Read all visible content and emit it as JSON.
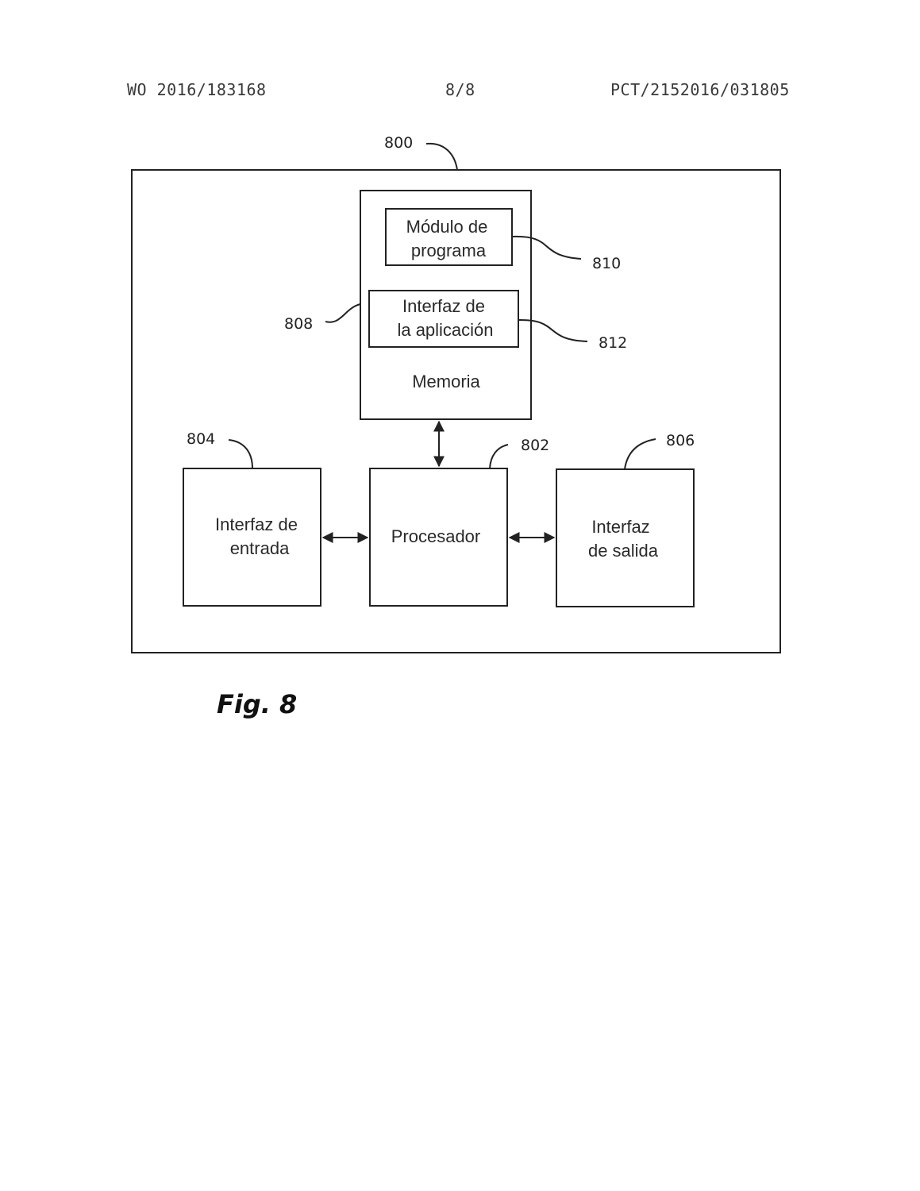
{
  "header": {
    "publication_number": "WO 2016/183168",
    "sheet": "8/8",
    "pct_number": "PCT/2152016/031805"
  },
  "figure": {
    "caption": "Fig. 8",
    "refs": {
      "system": "800",
      "processor": "802",
      "input": "804",
      "output": "806",
      "memory": "808",
      "program_module": "810",
      "app_interface": "812"
    },
    "blocks": {
      "memory_label": "Memoria",
      "program_module_line1": "Módulo de",
      "program_module_line2": "programa",
      "app_interface_line1": "Interfaz de",
      "app_interface_line2": "la aplicación",
      "input_line1": "Interfaz de",
      "input_line2": "entrada",
      "processor_label": "Procesador",
      "output_line1": "Interfaz",
      "output_line2": "de salida"
    }
  }
}
